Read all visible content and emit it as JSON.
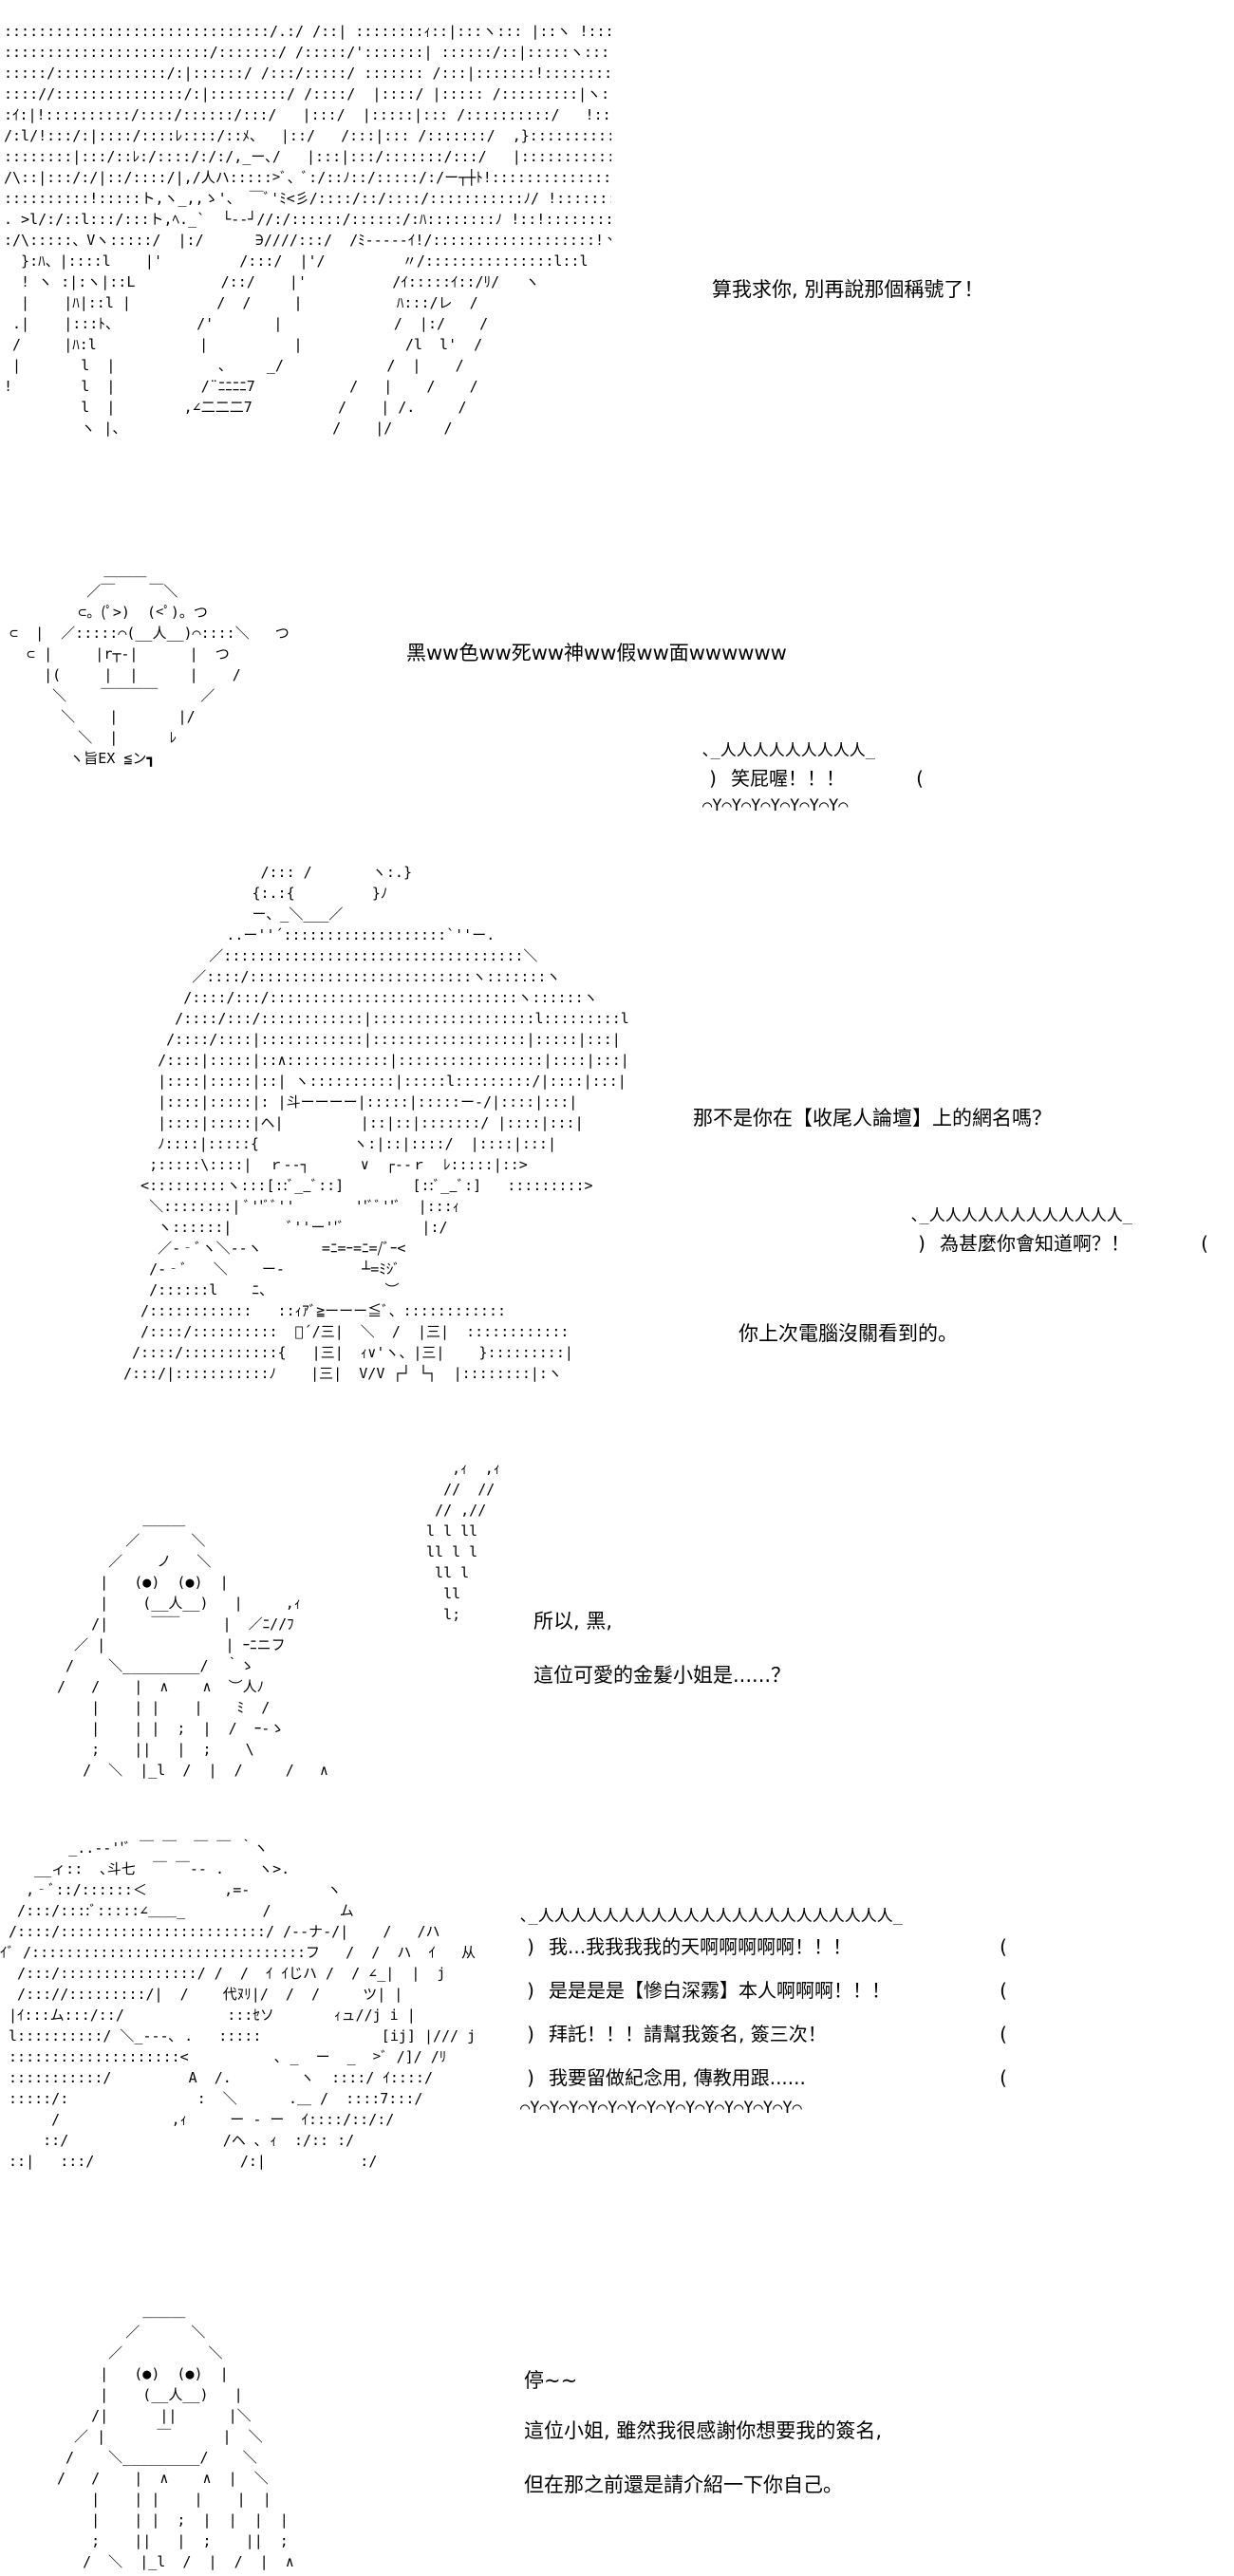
{
  "panels": [
    {
      "aa_name": "blonde-girl-hair-art",
      "lines": [
        "算我求你, 別再說那個稱號了！"
      ]
    },
    {
      "aa_name": "laughing-bear-art",
      "aa_label": "旨EX ≦ン┓",
      "shout": "黑ww色ww死ww神ww假ww面wwwwww",
      "bubble": [
        "笑屁喔！！！"
      ]
    },
    {
      "aa_name": "blonde-girl-face-art",
      "lines": [
        "那不是你在【收尾人論壇】上的網名嗎？"
      ],
      "bubble": [
        "為甚麼你會知道啊？！"
      ],
      "line_after": "你上次電腦沒關看到的。"
    },
    {
      "aa_name": "round-man-smoking-art",
      "lines": [
        "所以, 黑,",
        "這位可愛的金髮小姐是......？"
      ]
    },
    {
      "aa_name": "excited-girl-art",
      "aa_label": "斗七",
      "bubble": [
        "我...我我我我的天啊啊啊啊啊！！！",
        "是是是是【慘白深霧】本人啊啊啊！！！",
        "拜託！！！請幫我簽名, 簽三次！",
        "我要留做紀念用, 傳教用跟......"
      ]
    },
    {
      "aa_name": "round-man-art",
      "lines": [
        "停~~",
        "這位小姐, 雖然我很感謝你想要我的簽名,",
        "但在那之前還是請介紹一下你自己。"
      ]
    }
  ],
  "aa": {
    "p1": [
      ":::::::::::::::::::::::::::::::/.:/ /::| ::::::::ｨ::|:::ヽ::: |::ヽ !:::ヽ",
      "::::::::::::::::::::::::/:::::::/ /:::::/':::::::| ::::::/::|:::::ヽ:::|:::::ﾘ:::::ヽ",
      ":::::/:::::::::::::/:|::::::/ /:::/:::::/ ::::::: /:::|:::::::!::::::::::ヽ!::::::::::ヽ",
      ":::://:::::::::::::::/:|:::::::::/ /::::/  |::::/ |::::: /:::::::::|ヽ::::::::::::::::::::ト:ｨ:|",
      ":ｲ:|!::::::::::/::::/::::::/:::/   |:::/  |:::::|::: /::::::::::/   !:::::::::::::::::::::::|  |:|",
      "/:l/!:::/:|::::/::::ﾚ::::/::ﾒ、  |::/   /:::|::: /:::::::/  ,}::::::::::::::::::::::ト-!!",
      "::::::::|:::/::ﾚ:/::::/:/:/,_ー､/   |:::|:::/:::::::/:::/   |::::::::::::::::::::::::: !  ﾘ",
      "/\\::|:::/:/|::/::::/|,/人ハ:::::>ﾞ、ﾞ:/::ﾉ::/:::::/:/ー┬┼ﾄ!:::::::::::::::::: |",
      "::::::::::!:::::ト,ヽ_,,ゝ'、 ￣ﾞ'ﾐ<彡/::::/::/::::/:::::::::::ﾉ/ !::::::::::::::::::: !",
      ". >l/:/::l:::/:::ト,ﾍ._`  └--┘//:/::::::/::::::/:ﾊ::::::::ﾉ !::!:::::::::::::L::::l",
      ":/\\:::::、Vヽ:::::/  |:/      ∋////:::/  /ﾐ-----ｲ!/:::::::::::::::::::!ヽ::|",
      "  }:ﾊ、|::::l    |'         /:::/  |'/         〃/:::::::::::::::l::l   ヽ、",
      "  ! ヽ :|:ヽ|::L          /::/    |'          /ｲ:::::ｲ::/ﾘ/   ヽ",
      "  |    |ﾊ|::l |          /  /     |           ﾊ:::/レ  /",
      " .|    |:::ﾄ、         /'       |             /  |:/    /",
      " /     |ﾊ:l            |          |            /l  l'  /",
      " |       l  |            、    _/            /  |    /",
      "!        l  |          /¨ﾆﾆﾆﾆ7           /   |    /    /",
      "         l  |        ,∠二二二7          /    | /.     /",
      "         ヽ |、                        /    |/      /"
    ],
    "p2": [
      "           ＿＿＿",
      "         ／￣    ￣＼",
      "        ⊂。(ﾟ>)  (<ﾟ)。つ",
      "⊂  |  ／:::::⌒(__人__)⌒::::＼   つ",
      "  ⊂ |     |r┬-|      |  つ",
      "    |(     |  |      |    /",
      "     ＼    ￣￣￣￣     ／",
      "      ＼    |       |/",
      "        ＼  |      ﾚ",
      "       ヽ旨EX ≦ン┓"
    ],
    "p3": [
      "                /::: /       ヽ:.}",
      "               {:.:{         }ﾉ",
      "               ー、_＼___／",
      "            ..ー''´:::::::::::::::::::`''ー.",
      "          ／:::::::::::::::::::::::::::::::::::＼",
      "        ／::::/::::::::::::::::::::::::::ヽ:::::::ヽ",
      "       /::::/:::/:::::::::::::::::::::::::::::ヽ::::::ヽ",
      "      /::::/:::/::::::::::::|:::::::::::::::::::l:::::::::l",
      "     /::::/::::|::::::::::::|::::::::::::::::::|:::::|:::|",
      "    /::::|:::::|::∧::::::::::::|:::::::::::::::::|::::|:::|",
      "    |::::|:::::|::| ヽ::::::::::|:::::l:::::::::/|::::|:::|",
      "    |::::|:::::|: |斗ーーーー|:::::|:::::ー-/|::::|:::|",
      "    |::::|:::::|ヘ|         |::|::|:::::::/ |::::|:::|",
      "    ﾉ::::|:::::{           ヽ:|::|::::/  |::::|:::|",
      "   ;:::::\\::::|  ｒ--┐      ∨  ┌--ｒ  ﾚ:::::|::>",
      "  <:::::::::ヽ:::[::ﾞ__ﾞ::]        [::ﾞ__ﾞ:]   :::::::::>",
      "   ＼::::::::| ﾞ''ﾞﾞ''       ''ﾞﾞ''ﾞ  |:::ｨ",
      "    ヽ::::::|       ﾞ''ー''ﾞ         |:/",
      "    ／-‐ﾞヽ＼--ヽ       =ﾆ=ｰ=ﾆ=/ﾞｰ<",
      "   /-‐ﾞ   ＼    ー‐         ┴=ﾐｼﾞ   ",
      "   /::::::l    ﾆ、             ︶",
      "  /::::::::::::   ::ｨｱﾞ≧ーーー≦ﾞ、::::::::::::",
      "  /::::/::::::::::  ﾞ´/三|  ＼  /  |三|  ::::::::::::",
      " /::::/:::::::::::{   |三|  ｨ∨'ヽ、|三|    }:::::::::|",
      "/:::/|:::::::::::ﾉ    |三|  V/V ┌┘ └┐  |::::::::|:ヽ"
    ],
    "p4": [
      "          ＿＿＿",
      "        ／      ＼",
      "      ／    ノ   ＼",
      "     |   (●)  (●)  |",
      "     |    (__人__)   |     ,ｨ",
      "    /|     ￣￣     |  ／ﾆ//ﾌ",
      "  ／ |              | ｰﾆニフ",
      " /    ＼_________/  ｀ゝ",
      "/   /    |  ∧    ∧  ︶人ﾉ",
      "    |    | |    |    ﾐ  /",
      "    |    | |  ;  |  /  ｰ‐ゝ",
      "    ;    ||   |  ;    \\",
      "   /  ＼  |_l  /  |  /     /   ∧"
    ],
    "p4smoke": [
      "    ,ｨ  ,ｨ",
      "   //  //",
      "  // ,//",
      " l l ll",
      " ll l l",
      "  ll l",
      "   ll",
      "   l;"
    ],
    "p5": [
      "        _..-‐''ﾞ ￣ ￣  ￣ ￣ ｀ヽ",
      "    __ィ::  ､斗七  ￣ ￣‐- .    ヽ>.",
      "   ,‐ﾞ::/::::::＜         ,=‐         ヽ",
      "  /:::/::::ﾞ:::::∠＿＿_         /        ム",
      " /::::/::::::::::::::::::::::::/ /--ナ-/|    /   /ハ",
      "ｲﾞ /::::::::::::::::::::::::::::::::フ   /  /  ハ  ｲ   从",
      "  /:::/::::::::::::::::/ /  /  ｲ ｲじハ /  / ∠_|  |  j",
      "  /::://:::::::::/|  /    代ﾇﾘ|/  /  /     ツ| |",
      " |ｲ:::ム:::/::/            :::ｾソ       ｨュ//j i |",
      " l::::::::::/ ＼_---､ .   :::::              [ij] |/// j",
      " ::::::::::::::::::::<          ､ _  ー  _  >ﾞ /]/ /ﾘ",
      " :::::::::::/         A  /.        ヽ  ::::/ ｲ::::/",
      " :::::/:               :  ＼      .＿ /  ::::7:::/",
      "      /             ,ｨ     ー ‐ ー  ｲ::::/::/:/",
      "     ::/                  /ヘ ､ ｨ  :/:: :/",
      " ::|   :::/                 /:|           :/"
    ],
    "p6": [
      "          ＿＿＿",
      "        ／      ＼",
      "      ／          ＼",
      "     |   (●)  (●)  |",
      "     |    (__人__)   |",
      "    /|      ||      |＼",
      "  ／ |      ￣      |  ＼",
      " /    ＼_________/    ＼",
      "/   /    |  ∧    ∧  |  ＼",
      "    |    | |    |    |  |",
      "    |    | |  ;  |  |  |  |",
      "    ;    ||   |  ;    ||  ;",
      "   /  ＼  |_l  /  |  /  |  ∧"
    ]
  }
}
